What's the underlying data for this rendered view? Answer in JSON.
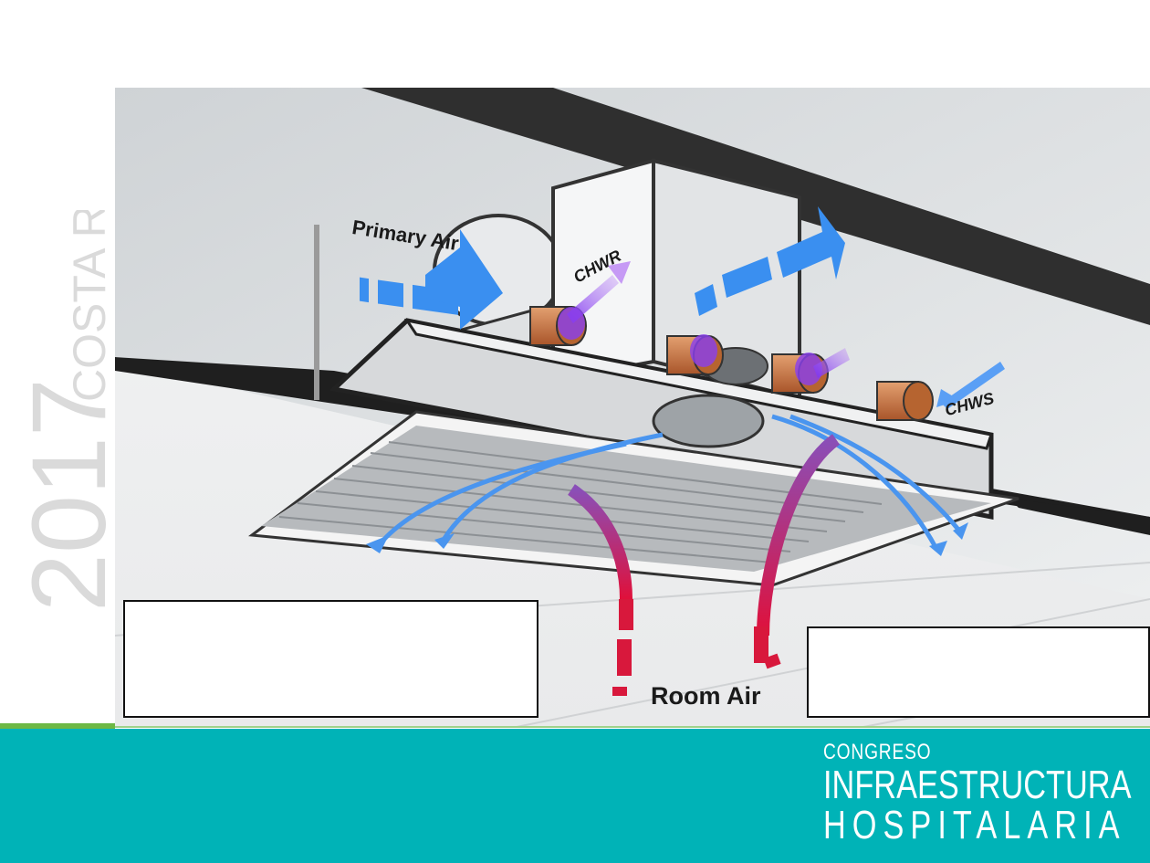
{
  "side_text": {
    "year": "2017",
    "country": "COSTA RICA"
  },
  "diagram": {
    "labels": {
      "primary_air": "Primary Air",
      "chwr": "CHWR",
      "chws": "CHWS",
      "room_air": "Room Air"
    }
  },
  "logo": {
    "line1": "CONGRESO",
    "line2": "INFRAESTRUCTURA",
    "line3": "HOSPITALARIA"
  },
  "colors": {
    "footer": "#00b3b7",
    "accent_green": "#6db845",
    "air_blue": "#3a8ff0",
    "water_purple": "#9a55e0",
    "room_air_red": "#d8183c"
  }
}
